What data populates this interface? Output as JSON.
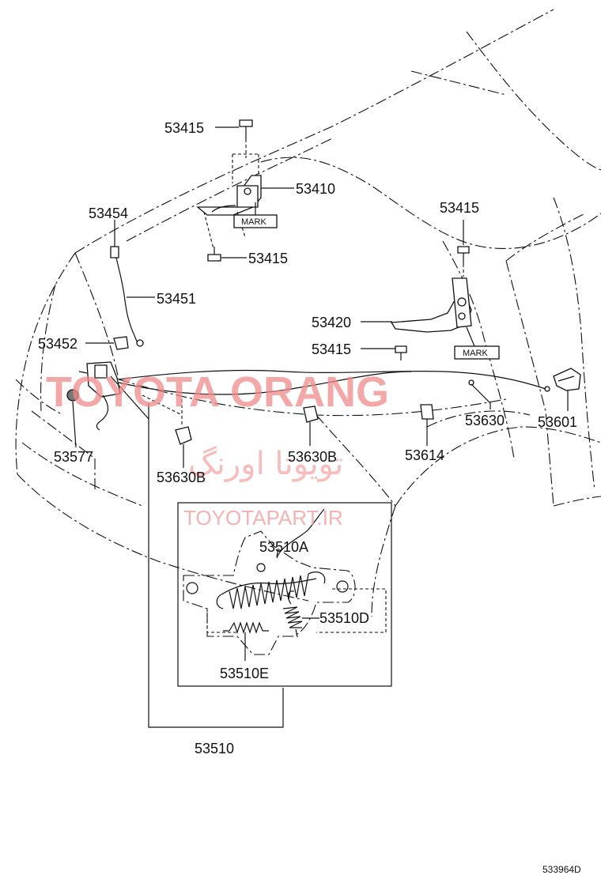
{
  "labels": {
    "p53415_top": "53415",
    "p53410": "53410",
    "p53454": "53454",
    "p53415_mid": "53415",
    "p53451": "53451",
    "p53415_right": "53415",
    "p53420": "53420",
    "p53415_low": "53415",
    "p53452": "53452",
    "p53630": "53630",
    "p53601": "53601",
    "p53577": "53577",
    "p53630b_left": "53630B",
    "p53630b_mid": "53630B",
    "p53614": "53614",
    "p53510a": "53510A",
    "p53510d": "53510D",
    "p53510e": "53510E",
    "p53510": "53510"
  },
  "marks": {
    "mark_left": "MARK",
    "mark_right": "MARK"
  },
  "watermarks": {
    "brand_latin": "TOYOTA ORANG",
    "brand_persian": "تویوتا اورنگ",
    "site": "TOYOTAPART.IR"
  },
  "diagram_code": "533964D"
}
